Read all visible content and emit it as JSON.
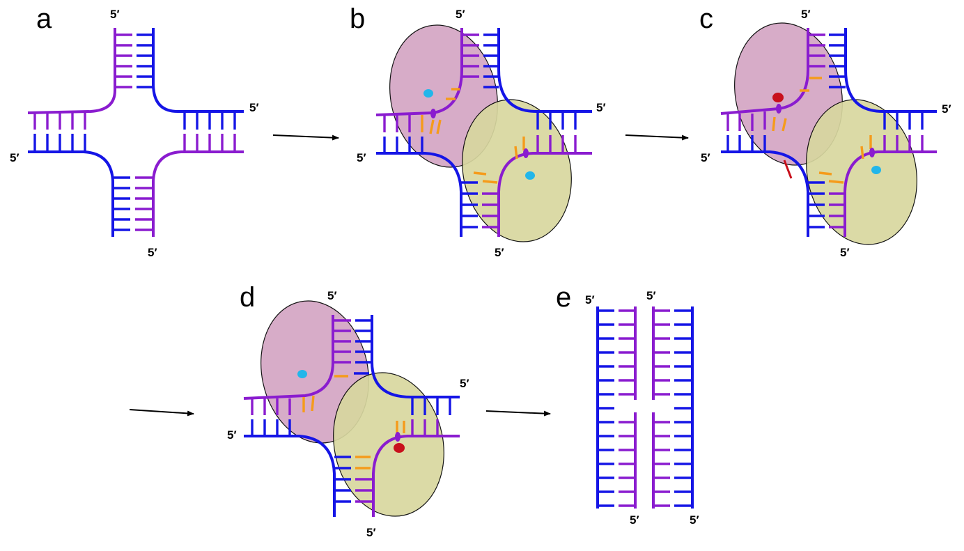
{
  "panels": [
    {
      "letter": "a",
      "ends": [
        "5′",
        "5′",
        "5′",
        "5′"
      ]
    },
    {
      "letter": "b",
      "ends": [
        "5′",
        "5′",
        "5′",
        "5′"
      ]
    },
    {
      "letter": "c",
      "ends": [
        "5′",
        "5′",
        "5′",
        "5′"
      ]
    },
    {
      "letter": "d",
      "ends": [
        "5′",
        "5′",
        "5′"
      ]
    },
    {
      "letter": "e",
      "ends": [
        "5′",
        "5′",
        "5′",
        "5′"
      ]
    }
  ],
  "colors": {
    "blue_strand": "#1515e6",
    "purple_strand": "#8a1ccf",
    "orange_base": "#f59b1b",
    "enzyme_pink": "#d4a6c4",
    "enzyme_olive": "#d8d79f",
    "cyan_dot": "#22b6ea",
    "red_dot": "#c8101c",
    "arrow": "#000000"
  }
}
